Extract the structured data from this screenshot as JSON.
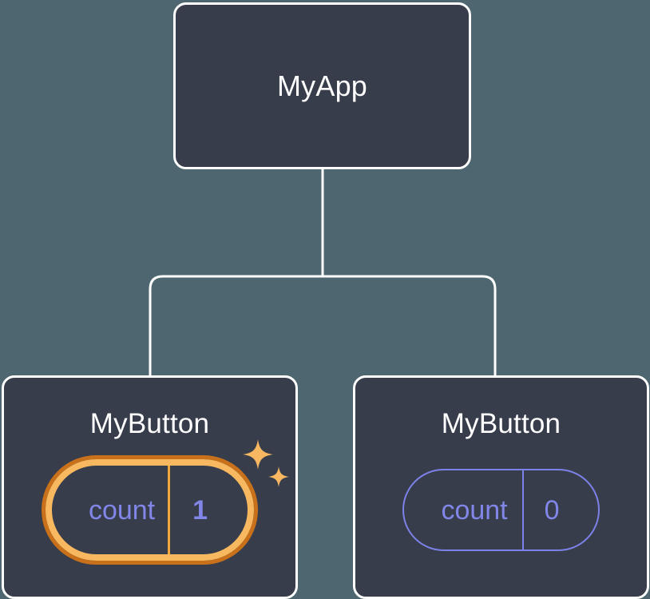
{
  "diagram": {
    "type": "react-component-tree",
    "background_color": "#4d666f",
    "node_fill_color": "#373d4b",
    "node_border_color": "#ffffff",
    "connector_color": "#ffffff",
    "state_text_color": "#8186e8",
    "state_border_color": "#7c82e8",
    "highlight_outer_color": "#c9711a",
    "highlight_inner_color": "#f7b860",
    "sparkle_color": "#f8b862"
  },
  "root": {
    "label": "MyApp"
  },
  "children": [
    {
      "label": "MyButton",
      "state": {
        "key": "count",
        "value": "1"
      },
      "highlighted": true,
      "sparkles": 2
    },
    {
      "label": "MyButton",
      "state": {
        "key": "count",
        "value": "0"
      },
      "highlighted": false,
      "sparkles": 0
    }
  ]
}
